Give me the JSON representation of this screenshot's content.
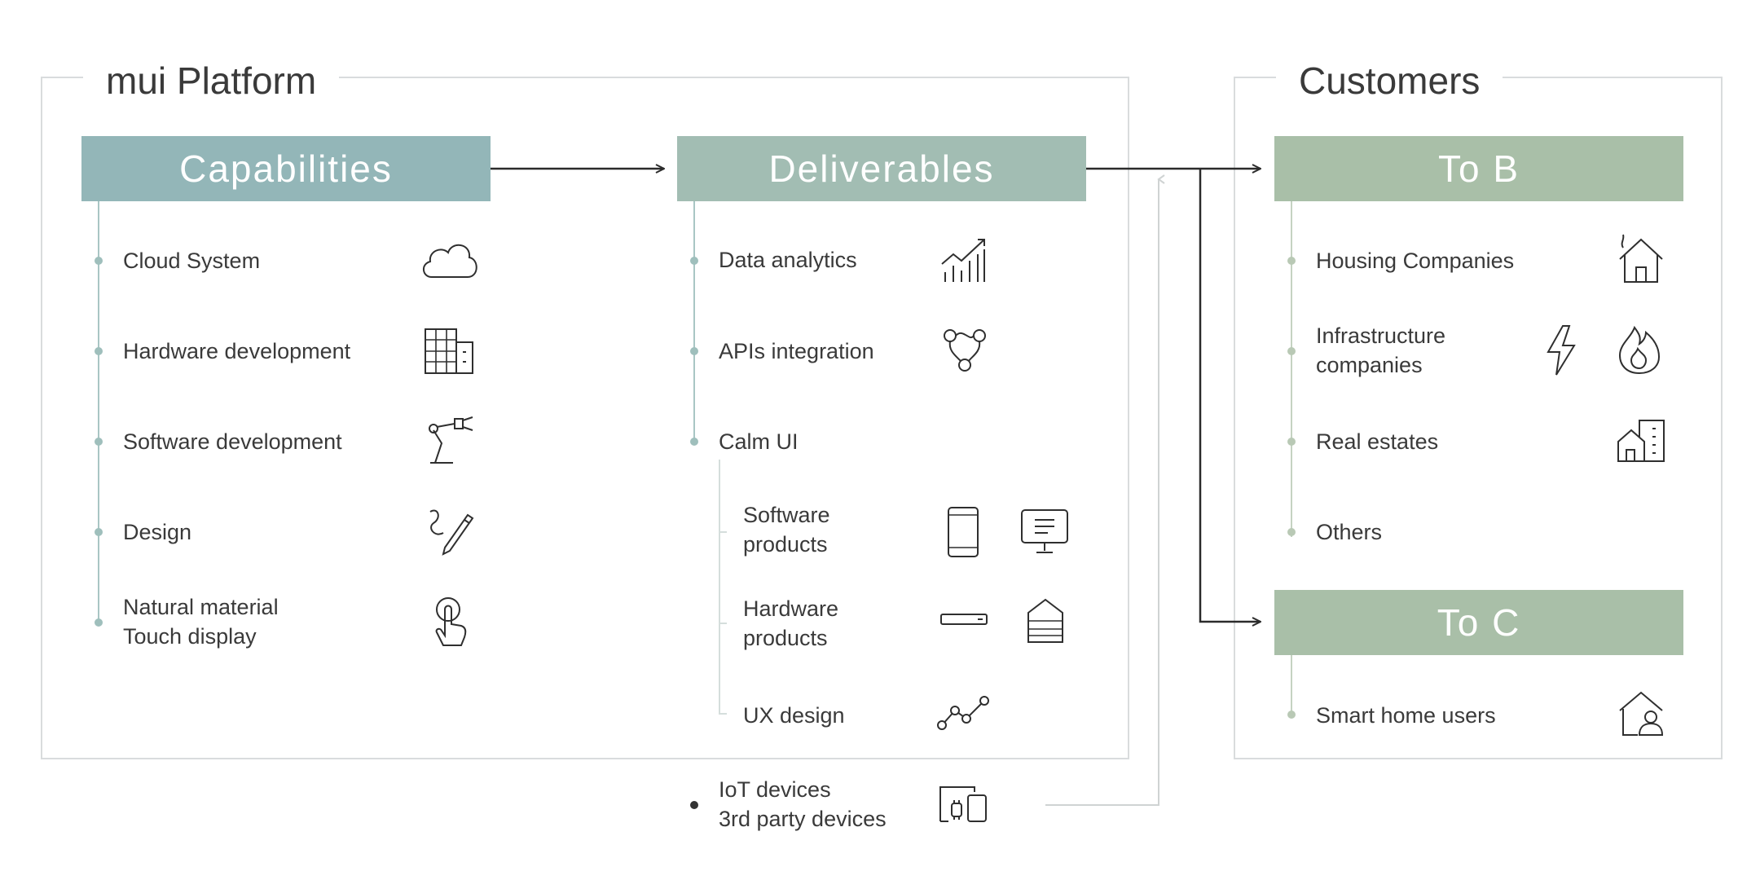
{
  "platform": {
    "title": "mui Platform"
  },
  "customers_frame": {
    "title": "Customers"
  },
  "capabilities": {
    "header": "Capabilities",
    "items": [
      {
        "label": "Cloud System",
        "icon": "cloud-icon"
      },
      {
        "label": "Hardware development",
        "icon": "building-grid-icon"
      },
      {
        "label": "Software development",
        "icon": "robot-arm-icon"
      },
      {
        "label": "Design",
        "icon": "pencil-icon"
      },
      {
        "label_line1": "Natural material",
        "label_line2": "Touch display",
        "icon": "touch-hand-icon"
      }
    ]
  },
  "deliverables": {
    "header": "Deliverables",
    "items": [
      {
        "label": "Data analytics",
        "icon": "chart-bars-icon"
      },
      {
        "label": "APIs integration",
        "icon": "api-network-icon"
      },
      {
        "label": "Calm UI"
      }
    ],
    "sub_items": [
      {
        "label_line1": "Software",
        "label_line2": "products",
        "icons": [
          "tablet-icon",
          "monitor-icon"
        ]
      },
      {
        "label_line1": "Hardware",
        "label_line2": "products",
        "icons": [
          "sensor-bar-icon",
          "home-device-icon"
        ]
      },
      {
        "label": "UX design",
        "icon": "line-graph-icon"
      }
    ],
    "external": {
      "label_line1": "IoT devices",
      "label_line2": "3rd party devices",
      "icon": "devices-icon"
    }
  },
  "to_b": {
    "header": "To B",
    "items": [
      {
        "label": "Housing Companies",
        "icon": "house-icon"
      },
      {
        "label_line1": "Infrastructure",
        "label_line2": "companies",
        "icons": [
          "lightning-icon",
          "flame-icon"
        ]
      },
      {
        "label": "Real estates",
        "icon": "real-estate-icon"
      },
      {
        "label": "Others"
      }
    ]
  },
  "to_c": {
    "header": "To C",
    "items": [
      {
        "label": "Smart home users",
        "icon": "home-user-icon"
      }
    ]
  },
  "colors": {
    "capabilities": "#93b6b8",
    "deliverables": "#a2bdb3",
    "customers": "#a9bfa8",
    "frame": "#d9dcdd",
    "arrow": "#2b2b2b"
  }
}
